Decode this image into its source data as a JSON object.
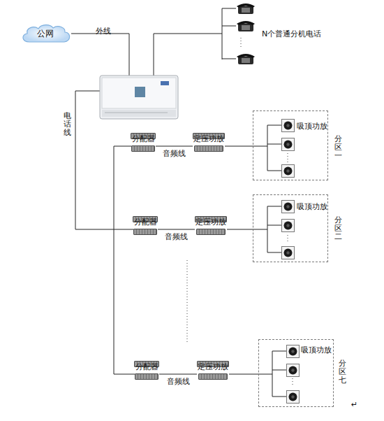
{
  "diagram": {
    "nodes": [
      {
        "text": [
          "公网"
        ]
      },
      {
        "text": [
          "分配器"
        ]
      },
      {
        "text": [
          "定压功放"
        ]
      },
      {
        "text": [
          "吸顶功放",
          "分区一"
        ]
      },
      {
        "text": [
          "分配器"
        ]
      },
      {
        "text": [
          "定压功放"
        ]
      },
      {
        "text": [
          "吸顶功放",
          "分区二"
        ]
      },
      {
        "text": [
          "分配器"
        ]
      },
      {
        "text": [
          "定压功放"
        ]
      },
      {
        "text": [
          "吸顶功放",
          "分区七"
        ]
      }
    ],
    "edges": [
      {
        "from": 1,
        "to": 2,
        "arrow": "none",
        "label": "音频线"
      },
      {
        "from": 2,
        "to": 3,
        "arrow": "none"
      },
      {
        "from": 4,
        "to": 5,
        "arrow": "none",
        "label": "音频线"
      },
      {
        "from": 5,
        "to": 6,
        "arrow": "none"
      },
      {
        "from": 7,
        "to": 8,
        "arrow": "none",
        "label": "音频线"
      },
      {
        "from": 8,
        "to": 9,
        "arrow": "none"
      }
    ],
    "labels": [
      "外线",
      "N个普通分机电话",
      "电话线",
      "↵"
    ]
  }
}
